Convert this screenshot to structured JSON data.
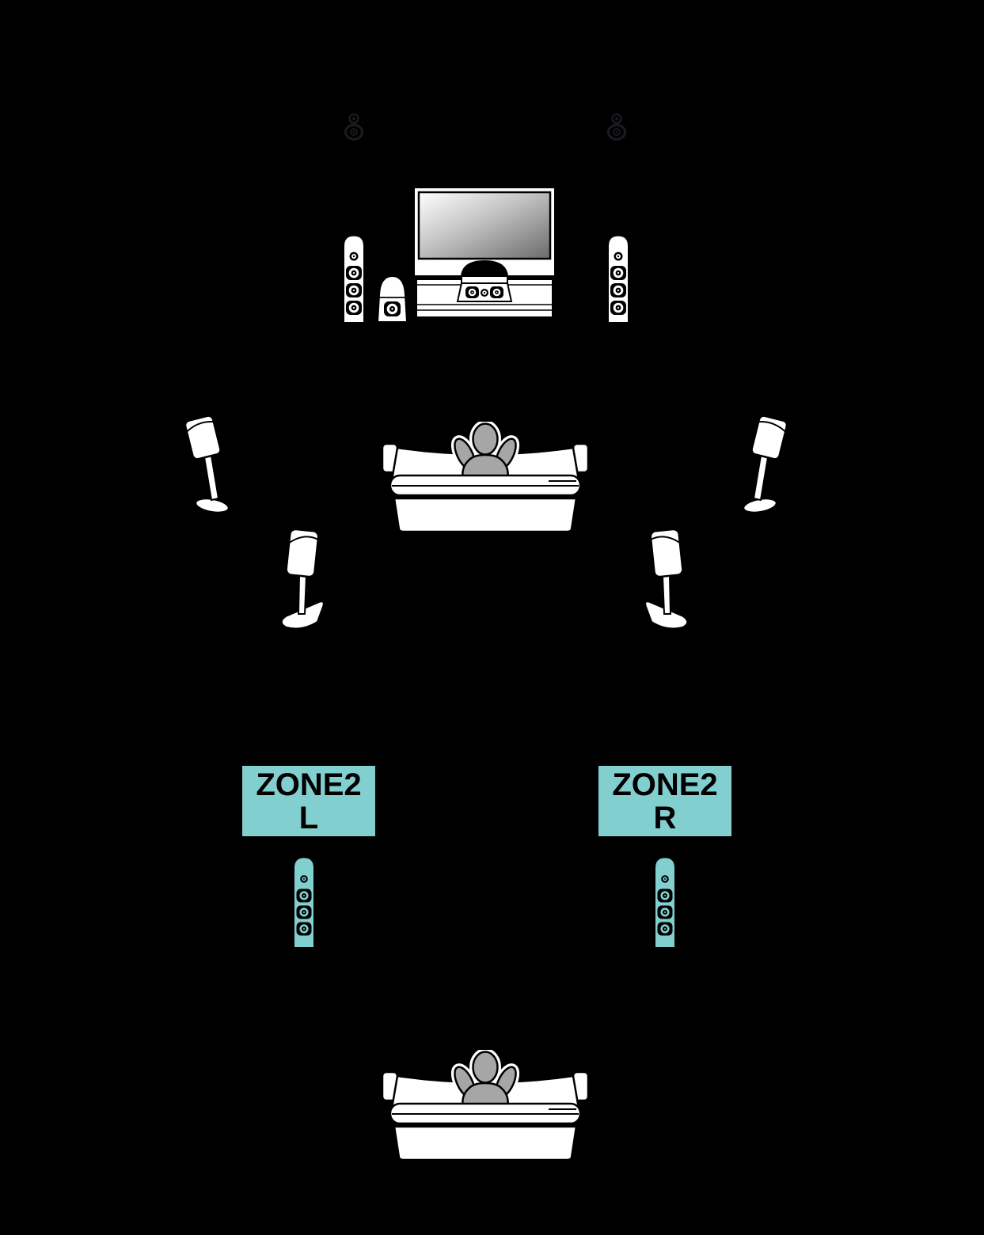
{
  "page": {
    "background": "#000000",
    "description_text": ""
  },
  "palette": {
    "accent_teal": "#82CFD0",
    "outline_black": "#000000",
    "fill_white": "#FFFFFF",
    "person_gray": "#A6A6A6",
    "dim_speaker_gray": "#1A1A1F",
    "screen_gradient_start": "#FFFFFF",
    "screen_gradient_end": "#6B6B6B"
  },
  "labels": {
    "zone2_left": {
      "title": "ZONE2",
      "channel": "L"
    },
    "zone2_right": {
      "title": "ZONE2",
      "channel": "R"
    }
  },
  "icons": [
    {
      "name": "height-speaker-left-icon"
    },
    {
      "name": "height-speaker-right-icon"
    },
    {
      "name": "front-left-speaker-icon"
    },
    {
      "name": "subwoofer-icon"
    },
    {
      "name": "tv-with-center-speaker-icon"
    },
    {
      "name": "front-right-speaker-icon"
    },
    {
      "name": "surround-left-speaker-icon"
    },
    {
      "name": "surround-right-speaker-icon"
    },
    {
      "name": "main-sofa-listener-icon"
    },
    {
      "name": "surround-back-left-speaker-icon"
    },
    {
      "name": "surround-back-right-speaker-icon"
    },
    {
      "name": "zone2-left-speaker-icon"
    },
    {
      "name": "zone2-right-speaker-icon"
    },
    {
      "name": "zone2-sofa-listener-icon"
    }
  ]
}
